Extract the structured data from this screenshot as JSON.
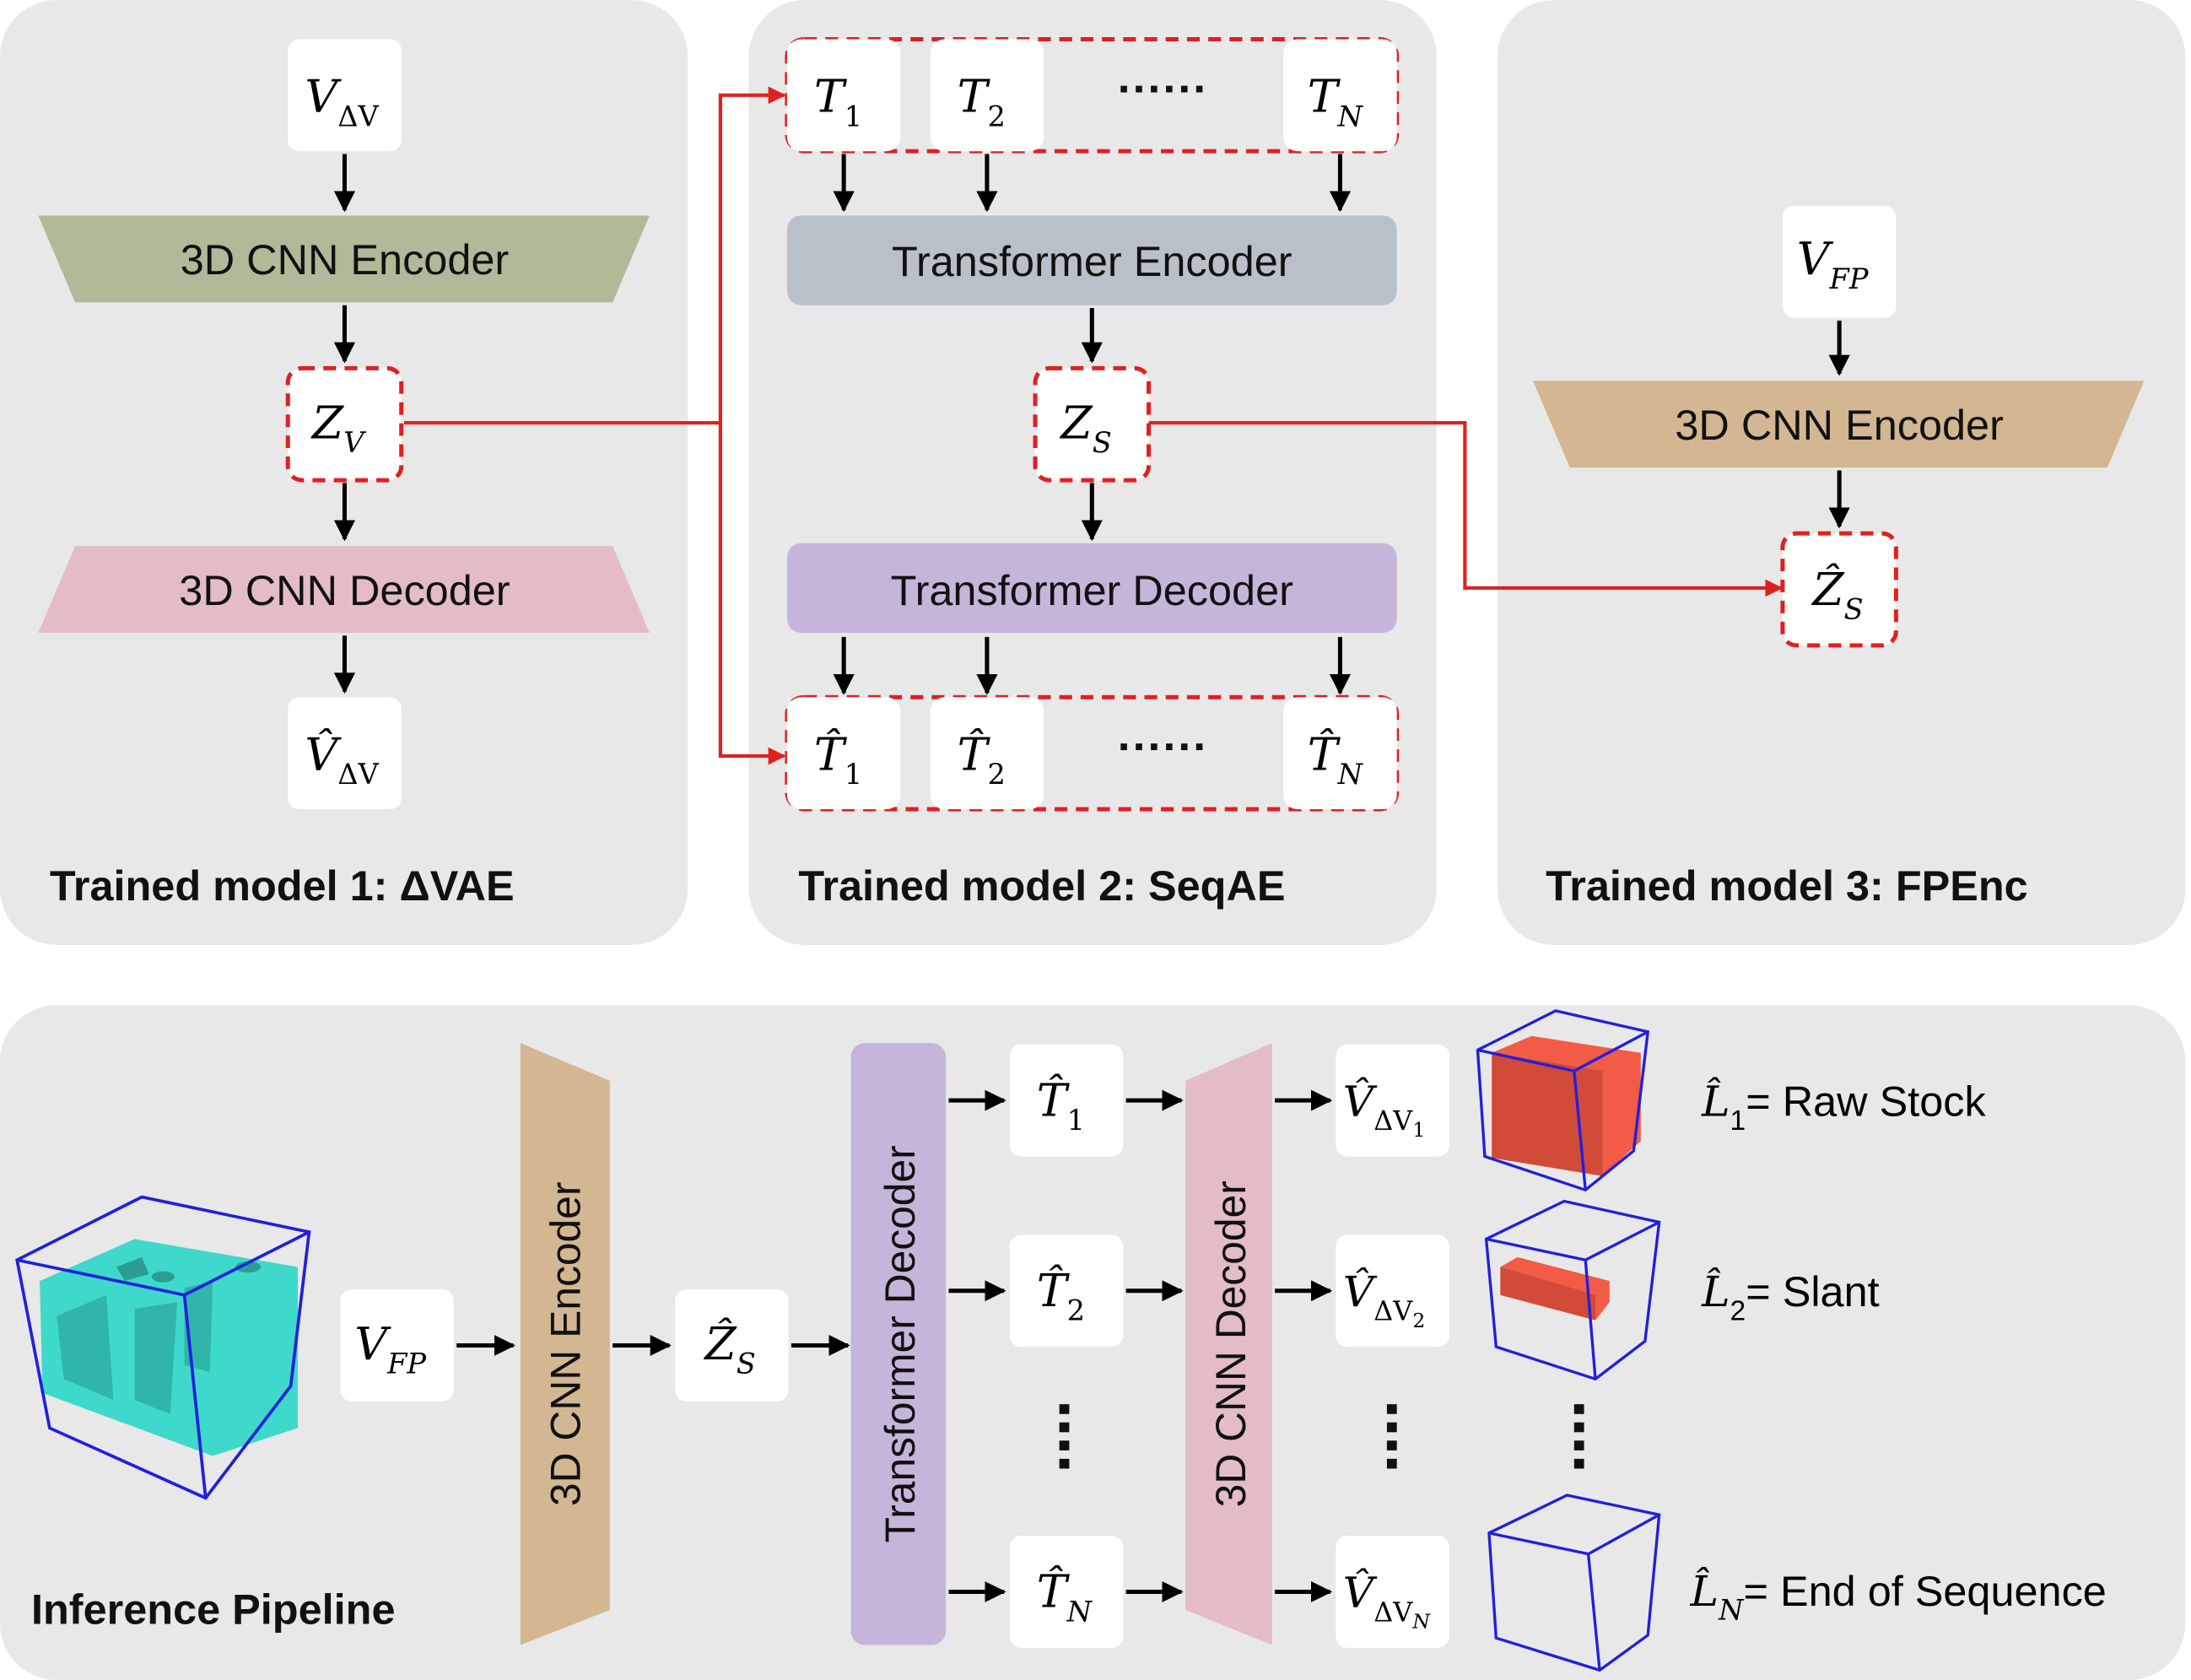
{
  "panels": {
    "model1": {
      "title": "Trained model 1: ΔVAE",
      "input": "V",
      "input_sub": "ΔV",
      "encoder": "3D CNN Encoder",
      "latent": "Z",
      "latent_sub": "V",
      "decoder": "3D CNN Decoder",
      "output": "V̂",
      "output_sub": "ΔV"
    },
    "model2": {
      "title": "Trained model 2: SeqAE",
      "tokens": [
        "T",
        "T",
        "T"
      ],
      "token_subs": [
        "1",
        "2",
        "N"
      ],
      "out_tokens": [
        "T̂",
        "T̂",
        "T̂"
      ],
      "ellipsis": "······",
      "encoder": "Transformer Encoder",
      "latent": "Z",
      "latent_sub": "S",
      "decoder": "Transformer Decoder"
    },
    "model3": {
      "title": "Trained model 3: FPEnc",
      "input": "V",
      "input_sub": "FP",
      "encoder": "3D CNN Encoder",
      "latent": "Ẑ",
      "latent_sub": "S"
    }
  },
  "inference": {
    "title": "Inference Pipeline",
    "input": "V",
    "input_sub": "FP",
    "encoder": "3D CNN Encoder",
    "latent": "Ẑ",
    "latent_sub": "S",
    "transformer_decoder": "Transformer Decoder",
    "cnn_decoder": "3D CNN Decoder",
    "token": "T̂",
    "token_subs": [
      "1",
      "2",
      "N"
    ],
    "volume": "V̂",
    "volume_sub": "ΔV",
    "volume_subsubs": [
      "1",
      "2",
      "N"
    ],
    "label_symbol": "L̂",
    "labels": [
      {
        "sub": "1",
        "text": "= Raw Stock"
      },
      {
        "sub": "2",
        "text": "= Slant"
      },
      {
        "sub": "N",
        "text": "= End of Sequence"
      }
    ]
  },
  "colors": {
    "panel_bg": "#e8e8e8",
    "cnn_encoder_green": "#b0b998",
    "cnn_decoder_pink": "#e3bcc6",
    "transformer_encoder": "#b8c0c9",
    "transformer_decoder": "#c6b5da",
    "fp_encoder_tan": "#d3b692",
    "red_arrow": "#e02020",
    "part_cyan": "#3ed9cb",
    "stock_red": "#f25b45",
    "box_blue": "#2020dd"
  }
}
